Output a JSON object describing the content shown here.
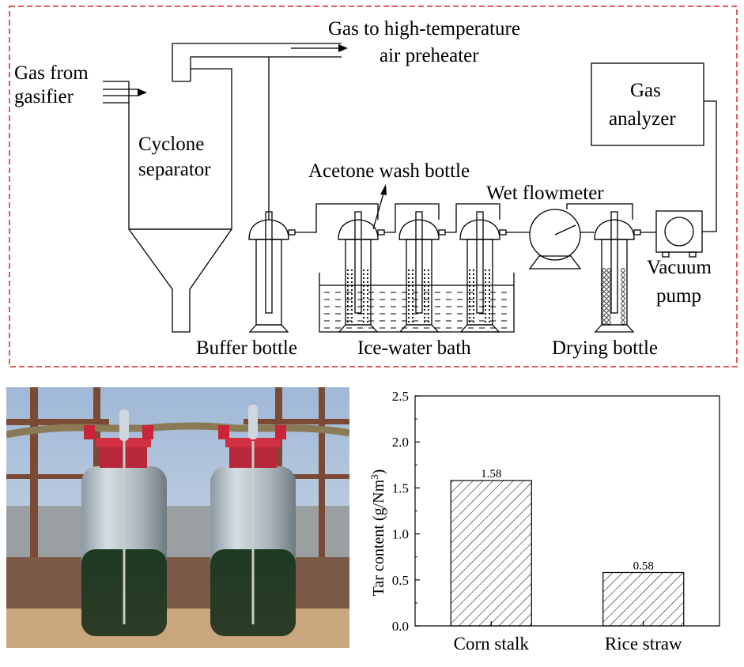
{
  "diagram": {
    "labels": {
      "gas_from_1": "Gas from",
      "gas_from_2": "gasifier",
      "gas_to_1": "Gas to high-temperature",
      "gas_to_2": "air preheater",
      "cyclone_1": "Cyclone",
      "cyclone_2": "separator",
      "acetone": "Acetone wash bottle",
      "wet_flowmeter": "Wet flowmeter",
      "gas_analyzer_1": "Gas",
      "gas_analyzer_2": "analyzer",
      "vacuum_1": "Vacuum",
      "vacuum_2": "pump",
      "buffer": "Buffer bottle",
      "icebath": "Ice-water bath",
      "drying": "Drying bottle"
    },
    "colors": {
      "frame": "#d62728",
      "line": "#000000"
    }
  },
  "photo": {
    "description_icon": "two-glass-bottles-photo",
    "colors": {
      "sky": "#b9cbe0",
      "liquid": "#203a20",
      "cap": "#c9243a",
      "rust": "#7a4a35"
    }
  },
  "chart_data": {
    "type": "bar",
    "categories": [
      "Corn stalk",
      "Rice straw"
    ],
    "values": [
      1.58,
      0.58
    ],
    "data_labels": [
      "1.58",
      "0.58"
    ],
    "title": "",
    "xlabel": "",
    "ylabel": "Tar content  (g/Nm",
    "ylabel_sup": "3",
    "ylabel_end": ")",
    "ylim": [
      0,
      2.5
    ],
    "yticks": [
      "0.0",
      "0.5",
      "1.0",
      "1.5",
      "2.0",
      "2.5"
    ],
    "pattern": "diagonal-hatch",
    "grid": false
  }
}
